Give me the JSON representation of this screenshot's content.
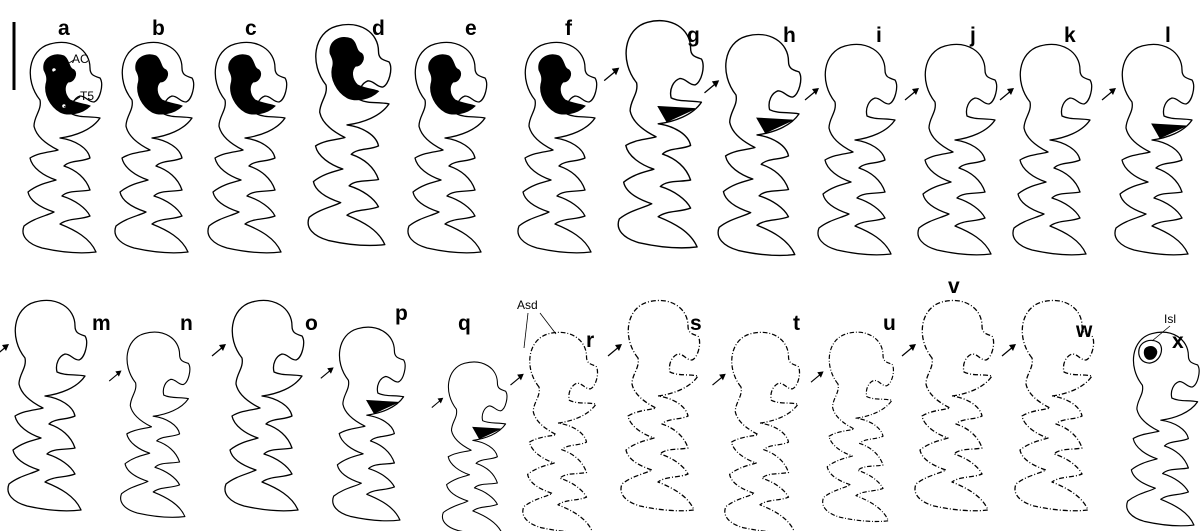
{
  "panels": [
    {
      "id": "a",
      "label": "a",
      "fill": "anterior",
      "arrow": false
    },
    {
      "id": "b",
      "label": "b",
      "fill": "anterior",
      "arrow": false
    },
    {
      "id": "c",
      "label": "c",
      "fill": "anterior",
      "arrow": false
    },
    {
      "id": "d",
      "label": "d",
      "fill": "anterior",
      "arrow": false
    },
    {
      "id": "e",
      "label": "e",
      "fill": "anterior",
      "arrow": false
    },
    {
      "id": "f",
      "label": "f",
      "fill": "anterior",
      "arrow": false
    },
    {
      "id": "g",
      "label": "g",
      "fill": "triangle",
      "arrow": true
    },
    {
      "id": "h",
      "label": "h",
      "fill": "triangle",
      "arrow": true
    },
    {
      "id": "i",
      "label": "i",
      "fill": "none",
      "arrow": true
    },
    {
      "id": "j",
      "label": "j",
      "fill": "none",
      "arrow": true
    },
    {
      "id": "k",
      "label": "k",
      "fill": "none",
      "arrow": true
    },
    {
      "id": "l",
      "label": "l",
      "fill": "triangle",
      "arrow": true
    },
    {
      "id": "m",
      "label": "m",
      "fill": "none",
      "arrow": true
    },
    {
      "id": "n",
      "label": "n",
      "fill": "none",
      "arrow": true
    },
    {
      "id": "o",
      "label": "o",
      "fill": "none",
      "arrow": true
    },
    {
      "id": "p",
      "label": "p",
      "fill": "triangle",
      "arrow": true
    },
    {
      "id": "q",
      "label": "q",
      "fill": "triangle",
      "arrow": true
    },
    {
      "id": "r",
      "label": "r",
      "fill": "none",
      "arrow": true
    },
    {
      "id": "s",
      "label": "s",
      "fill": "none",
      "arrow": true
    },
    {
      "id": "t",
      "label": "t",
      "fill": "none",
      "arrow": true
    },
    {
      "id": "u",
      "label": "u",
      "fill": "none",
      "arrow": true
    },
    {
      "id": "v",
      "label": "v",
      "fill": "none",
      "arrow": true
    },
    {
      "id": "w",
      "label": "w",
      "fill": "none",
      "arrow": true
    },
    {
      "id": "x",
      "label": "x",
      "fill": "isl",
      "arrow": false
    }
  ],
  "annotations": {
    "ac": "AC",
    "t5": "T5",
    "asd": "Asd",
    "isl": "Isl"
  },
  "scale_bar": {
    "visible": true
  }
}
